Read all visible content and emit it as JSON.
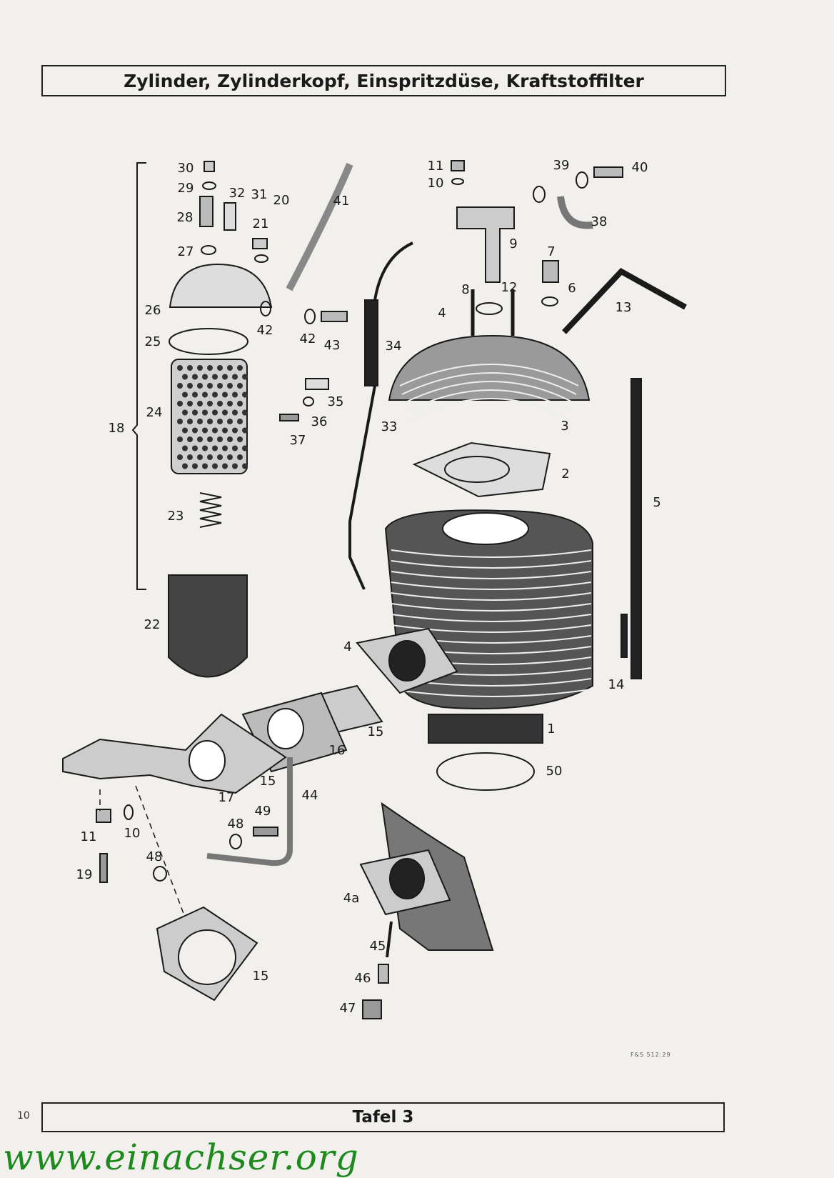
{
  "title": "Zylinder, Zylinderkopf, Einspritzdüse, Kraftstoffilter",
  "footer": "Tafel 3",
  "drawing_code": "F&S 512:29",
  "watermark": "www.einachser.org",
  "page_number": "10",
  "labels": [
    "30",
    "29",
    "32",
    "31",
    "20",
    "41",
    "28",
    "21",
    "27",
    "26",
    "42",
    "42",
    "43",
    "25",
    "24",
    "18",
    "23",
    "22",
    "11",
    "10",
    "39",
    "40",
    "38",
    "9",
    "7",
    "8",
    "12",
    "6",
    "13",
    "4",
    "34",
    "35",
    "36",
    "37",
    "33",
    "3",
    "2",
    "5",
    "4",
    "14",
    "15",
    "16",
    "1",
    "50",
    "17",
    "15",
    "44",
    "49",
    "48",
    "11",
    "10",
    "48",
    "19",
    "4a",
    "45",
    "46",
    "15",
    "47"
  ]
}
